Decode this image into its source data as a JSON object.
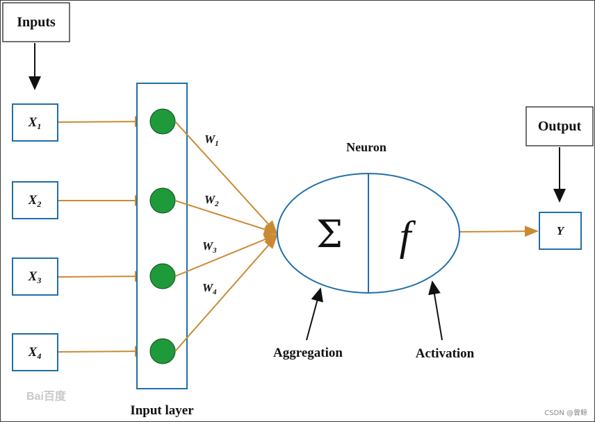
{
  "labels": {
    "inputs": "Inputs",
    "output": "Output",
    "neuron": "Neuron",
    "input_layer": "Input layer",
    "aggregation": "Aggregation",
    "activation": "Activation",
    "sum_symbol": "Σ",
    "activation_symbol": "f",
    "y": "Y"
  },
  "inputs": [
    {
      "base": "X",
      "sub": "1"
    },
    {
      "base": "X",
      "sub": "2"
    },
    {
      "base": "X",
      "sub": "3"
    },
    {
      "base": "X",
      "sub": "4"
    }
  ],
  "weights": [
    {
      "base": "W",
      "sub": "1"
    },
    {
      "base": "W",
      "sub": "2"
    },
    {
      "base": "W",
      "sub": "3"
    },
    {
      "base": "W",
      "sub": "4"
    }
  ],
  "watermarks": {
    "logo": "Bai百度",
    "credit": "CSDN @曾鲸"
  },
  "colors": {
    "box_border": "#1f6ea8",
    "connection": "#c98a33",
    "node_fill": "#1f9a3a"
  }
}
